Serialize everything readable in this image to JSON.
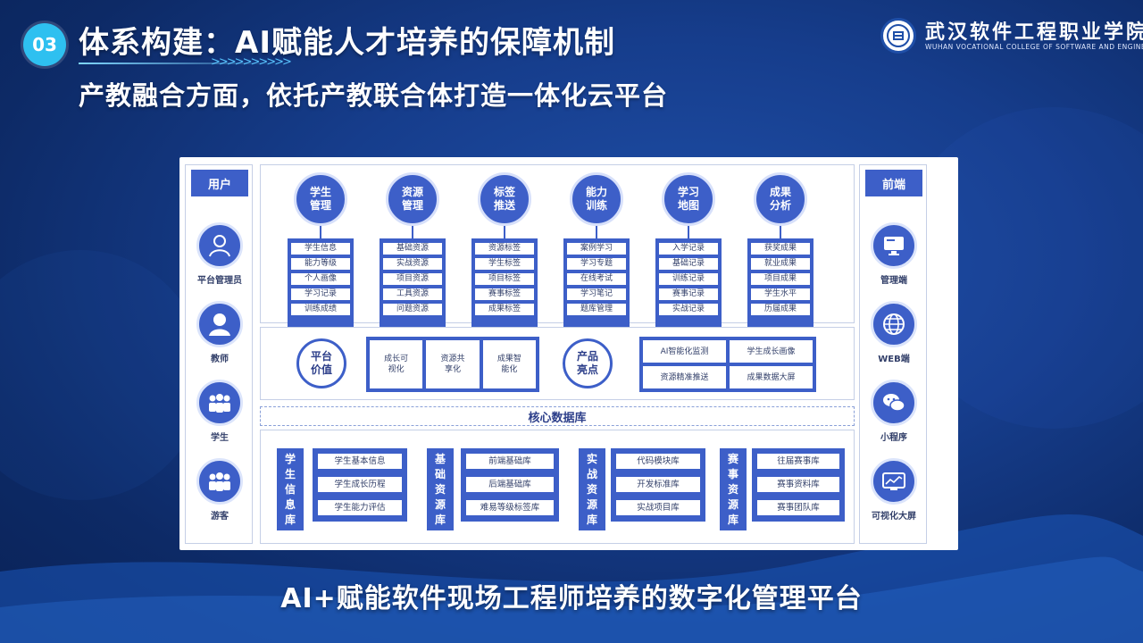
{
  "header": {
    "number": "03",
    "title": "体系构建：AI赋能人才培养的保障机制",
    "subtitle": "产教融合方面，依托产教联合体打造一体化云平台",
    "logo_name": "武汉软件工程职业学院",
    "logo_en": "WUHAN VOCATIONAL COLLEGE OF SOFTWARE AND ENGINEERING"
  },
  "diagram": {
    "users": {
      "heading": "用户",
      "items": [
        {
          "label": "平台管理员",
          "icon": "admin-icon"
        },
        {
          "label": "教师",
          "icon": "teacher-icon"
        },
        {
          "label": "学生",
          "icon": "students-icon"
        },
        {
          "label": "游客",
          "icon": "visitors-icon"
        }
      ]
    },
    "frontend": {
      "heading": "前端",
      "items": [
        {
          "label": "管理端",
          "icon": "monitor-icon"
        },
        {
          "label": "WEB端",
          "icon": "globe-icon"
        },
        {
          "label": "小程序",
          "icon": "wechat-icon"
        },
        {
          "label": "可视化大屏",
          "icon": "screen-icon"
        }
      ]
    },
    "modules": [
      {
        "name": "学生\n管理",
        "items": [
          "学生信息",
          "能力等级",
          "个人画像",
          "学习记录",
          "训练成绩"
        ]
      },
      {
        "name": "资源\n管理",
        "items": [
          "基础资源",
          "实战资源",
          "项目资源",
          "工具资源",
          "问题资源"
        ]
      },
      {
        "name": "标签\n推送",
        "items": [
          "资源标签",
          "学生标签",
          "项目标签",
          "赛事标签",
          "成果标签"
        ]
      },
      {
        "name": "能力\n训练",
        "items": [
          "案例学习",
          "学习专题",
          "在线考试",
          "学习笔记",
          "题库管理"
        ]
      },
      {
        "name": "学习\n地图",
        "items": [
          "入学记录",
          "基础记录",
          "训练记录",
          "赛事记录",
          "实战记录"
        ]
      },
      {
        "name": "成果\n分析",
        "items": [
          "获奖成果",
          "就业成果",
          "项目成果",
          "学生水平",
          "历届成果"
        ]
      }
    ],
    "platform_value": {
      "label": "平台\n价值",
      "items": [
        "成长可\n视化",
        "资源共\n享化",
        "成果智\n能化"
      ]
    },
    "product_highlights": {
      "label": "产品\n亮点",
      "items": [
        "AI智能化监测",
        "学生成长画像",
        "资源精准推送",
        "成果数据大屏"
      ]
    },
    "core_db": {
      "title": "核心数据库",
      "groups": [
        {
          "name": "学\n生\n信\n息\n库",
          "items": [
            "学生基本信息",
            "学生成长历程",
            "学生能力评估"
          ]
        },
        {
          "name": "基\n础\n资\n源\n库",
          "items": [
            "前端基础库",
            "后端基础库",
            "难易等级标签库"
          ]
        },
        {
          "name": "实\n战\n资\n源\n库",
          "items": [
            "代码模块库",
            "开发标准库",
            "实战项目库"
          ]
        },
        {
          "name": "赛\n事\n资\n源\n库",
          "items": [
            "往届赛事库",
            "赛事资料库",
            "赛事团队库"
          ]
        }
      ]
    }
  },
  "caption": "AI+赋能软件现场工程师培养的数字化管理平台",
  "colors": {
    "background": "#163d8c",
    "accent": "#2ec0f0",
    "diagram_blue": "#3d5fc8"
  }
}
